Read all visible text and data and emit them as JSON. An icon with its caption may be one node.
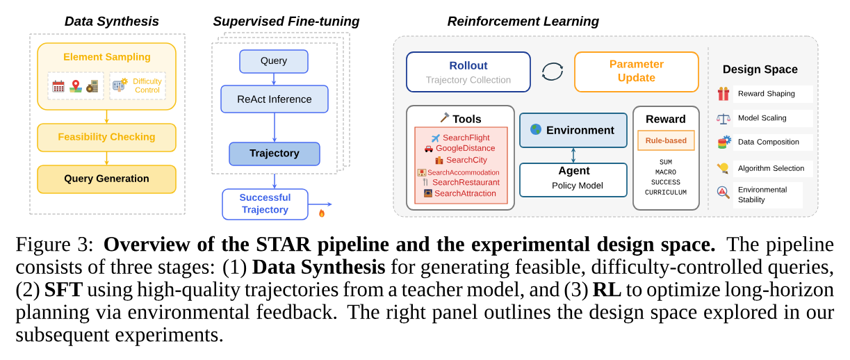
{
  "diagram": {
    "caption": "Figure 3: **Overview of the STAR pipeline and the experimental design space.** The pipeline consists of three stages: (1) **Data Synthesis** for generating feasible, difficulty-controlled queries, (2) **SFT** using high-quality trajectories from a teacher model, and (3) **RL** to optimize long-horizon planning via environmental feedback. The right panel outlines the design space explored in our subsequent experiments.",
    "nodes": [
      {
        "text": [
          "Data Synthesis"
        ]
      },
      {
        "text": [
          "Element Sampling"
        ],
        "in": 0
      },
      {
        "text": [],
        "shape": "box",
        "in": 1
      },
      {
        "text": [
          "Difficulty Control"
        ],
        "in": 1
      },
      {
        "text": [
          "Feasibility Checking"
        ],
        "in": 0
      },
      {
        "text": [
          "Query Generation"
        ],
        "in": 0
      },
      {
        "text": [
          "Supervised Fine-tuning"
        ]
      },
      {
        "text": [
          "Query"
        ],
        "in": 6
      },
      {
        "text": [
          "ReAct Inference"
        ],
        "in": 6
      },
      {
        "text": [
          "Trajectory"
        ],
        "in": 6
      },
      {
        "text": [
          "Successful Trajectory"
        ]
      },
      {
        "text": [
          "Reinforcement Learning"
        ]
      },
      {
        "text": [
          "Rollout",
          "Trajectory Collection"
        ],
        "in": 11
      },
      {
        "text": [
          "Parameter Update"
        ],
        "in": 11
      },
      {
        "text": [
          "Tools"
        ],
        "in": 11
      },
      {
        "text": [
          "SearchFlight",
          "GoogleDistance",
          "SearchCity",
          "SearchAccommodation",
          "SearchRestaurant",
          "SearchAttraction"
        ],
        "in": 14
      },
      {
        "text": [
          "Environment"
        ],
        "in": 11
      },
      {
        "text": [
          "Agent",
          "Policy Model"
        ],
        "in": 11
      },
      {
        "text": [
          "Reward",
          "SUM",
          "MACRO",
          "SUCCESS",
          "CURRICULUM"
        ],
        "in": 11
      },
      {
        "text": [
          "Rule-based"
        ],
        "in": 18
      },
      {
        "text": [
          "Reward Shaping"
        ],
        "in": 11
      },
      {
        "text": [
          "Model Scaling"
        ],
        "in": 11
      },
      {
        "text": [
          "Data Composition"
        ],
        "in": 11
      },
      {
        "text": [
          "Algorithm Selection"
        ],
        "in": 11
      },
      {
        "text": [
          "Environmental Stability"
        ],
        "in": 11
      }
    ],
    "edges": [
      {
        "from": 1,
        "to": 4,
        "arrow": "to",
        "color": "#f5b800"
      },
      {
        "from": 4,
        "to": 5,
        "arrow": "to",
        "color": "#f5b800"
      },
      {
        "from": 7,
        "to": 8,
        "arrow": "to"
      },
      {
        "from": 8,
        "to": 9,
        "arrow": "to"
      },
      {
        "from": 6,
        "to": 10,
        "arrow": "to"
      },
      {
        "from": 10,
        "to": null,
        "arrow": "to"
      },
      {
        "from": 16,
        "to": 17,
        "arrow": "both",
        "color": "#21678a"
      }
    ],
    "labels": [
      "Design Space"
    ]
  }
}
